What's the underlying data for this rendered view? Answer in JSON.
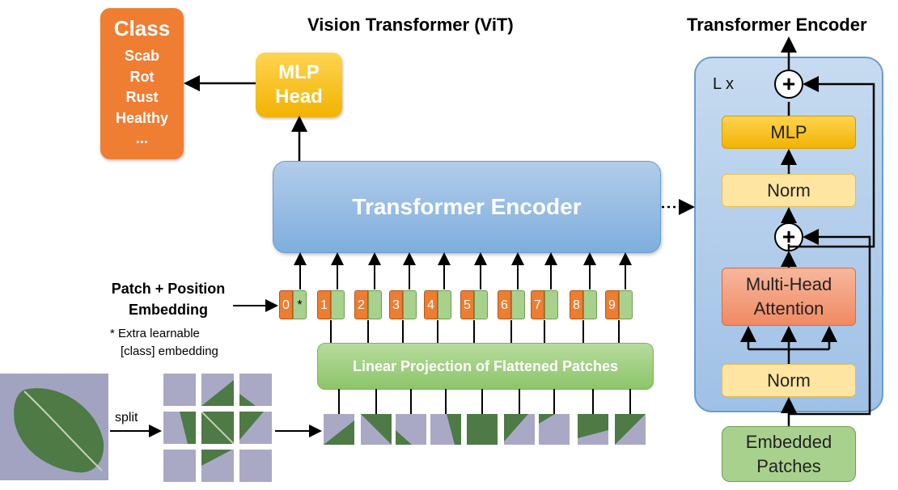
{
  "titles": {
    "vit": "Vision Transformer (ViT)",
    "encoder": "Transformer Encoder"
  },
  "class_box": {
    "title": "Class",
    "items": [
      "Scab",
      "Rot",
      "Rust",
      "Healthy",
      "..."
    ]
  },
  "mlp_head": {
    "line1": "MLP",
    "line2": "Head"
  },
  "main_encoder": {
    "label": "Transformer Encoder"
  },
  "linear_projection": {
    "label": "Linear Projection of Flattened Patches"
  },
  "embedding": {
    "label_line1": "Patch + Position",
    "label_line2": "Embedding",
    "note_line1": "* Extra learnable",
    "note_line2": "[class] embedding",
    "class_token_mark": "*",
    "tokens": [
      "0",
      "1",
      "2",
      "3",
      "4",
      "5",
      "6",
      "7",
      "8",
      "9"
    ]
  },
  "input": {
    "split_label": "split"
  },
  "encoder_detail": {
    "repeat_label": "L x",
    "mlp": "MLP",
    "norm": "Norm",
    "attention_line1": "Multi-Head",
    "attention_line2": "Attention",
    "embedded_line1": "Embedded",
    "embedded_line2": "Patches",
    "plus": "+"
  },
  "colors": {
    "orange": "#ed7d31",
    "green": "#a9d18e",
    "gold": "#f2b300",
    "blue": "#8fb6e2",
    "salmon": "#f08a62",
    "leaf_bg": "#a9a9c6"
  }
}
